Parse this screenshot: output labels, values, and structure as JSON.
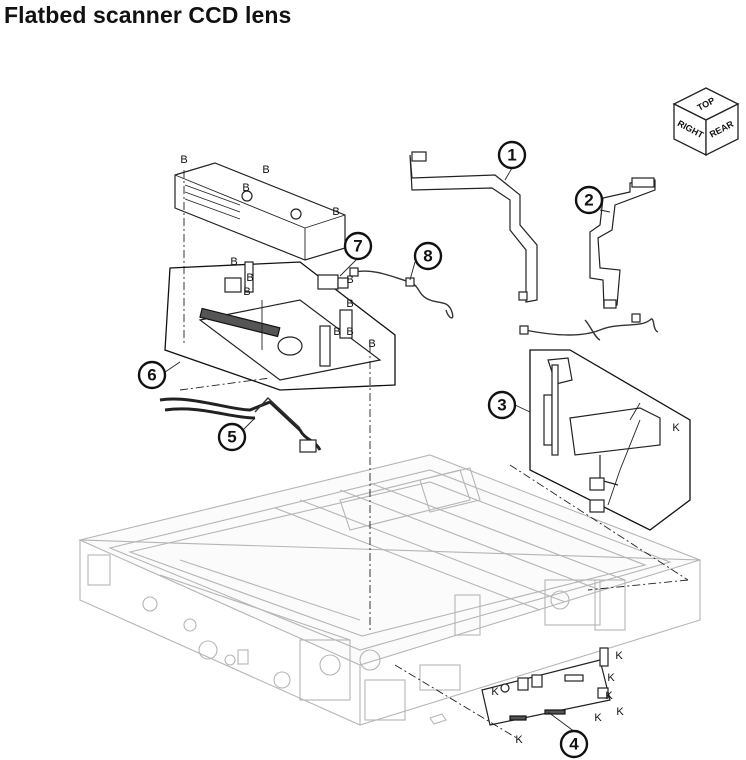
{
  "title": "Flatbed scanner CCD lens",
  "orientation_cube": {
    "top": "TOP",
    "right": "RIGHT",
    "rear": "REAR"
  },
  "callouts": [
    {
      "number": "1",
      "name": "callout-1"
    },
    {
      "number": "2",
      "name": "callout-2"
    },
    {
      "number": "3",
      "name": "callout-3"
    },
    {
      "number": "4",
      "name": "callout-4"
    },
    {
      "number": "5",
      "name": "callout-5"
    },
    {
      "number": "6",
      "name": "callout-6"
    },
    {
      "number": "7",
      "name": "callout-7"
    },
    {
      "number": "8",
      "name": "callout-8"
    }
  ],
  "letter_labels": {
    "b": "B",
    "k": "K"
  }
}
